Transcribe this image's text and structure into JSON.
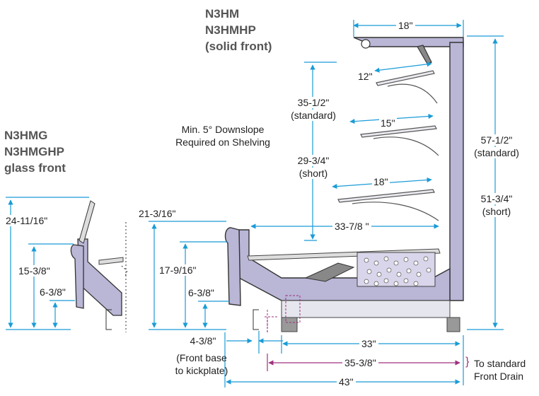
{
  "models": {
    "solid_front": [
      "N3HM",
      "N3HMHP",
      "(solid front)"
    ],
    "glass_front": [
      "N3HMG",
      "N3HMGHP",
      "glass front"
    ]
  },
  "notes": {
    "downslope": [
      "Min. 5° Downslope",
      "Required on Shelving"
    ],
    "front_drain": [
      "To standard",
      "Front Drain"
    ],
    "drain_brace": "}"
  },
  "dimensions": {
    "top_width": "18\"",
    "shelf_top": "12\"",
    "shelf_mid": "15\"",
    "shelf_low": "18\"",
    "std_shelf_height": [
      "35-1/2\"",
      "(standard)"
    ],
    "short_shelf_height": [
      "29-3/4\"",
      "(short)"
    ],
    "std_total_height": [
      "57-1/2\"",
      "(standard)"
    ],
    "short_total_height": [
      "51-3/4\"",
      "(short)"
    ],
    "deck_depth": "33-7/8 \"",
    "front_height_main": "21-3/16\"",
    "front_mid_main": "17-9/16\"",
    "front_low_main": "6-3/8\"",
    "glass_height": "24-11/16\"",
    "glass_mid": "15-3/8\"",
    "glass_low": "6-3/8\"",
    "kickplate": [
      "4-3/8\"",
      "(Front base",
      "to kickplate)"
    ],
    "base_depth": "33\"",
    "drain_depth": "35-3/8\"",
    "overall_depth": "43\""
  },
  "colors": {
    "case_fill": "#b9b6d6",
    "case_stroke": "#333333",
    "dim_line": "#1a9bd7",
    "drain_line": "#a0307f",
    "text": "#222222",
    "model_text": "#555555"
  }
}
